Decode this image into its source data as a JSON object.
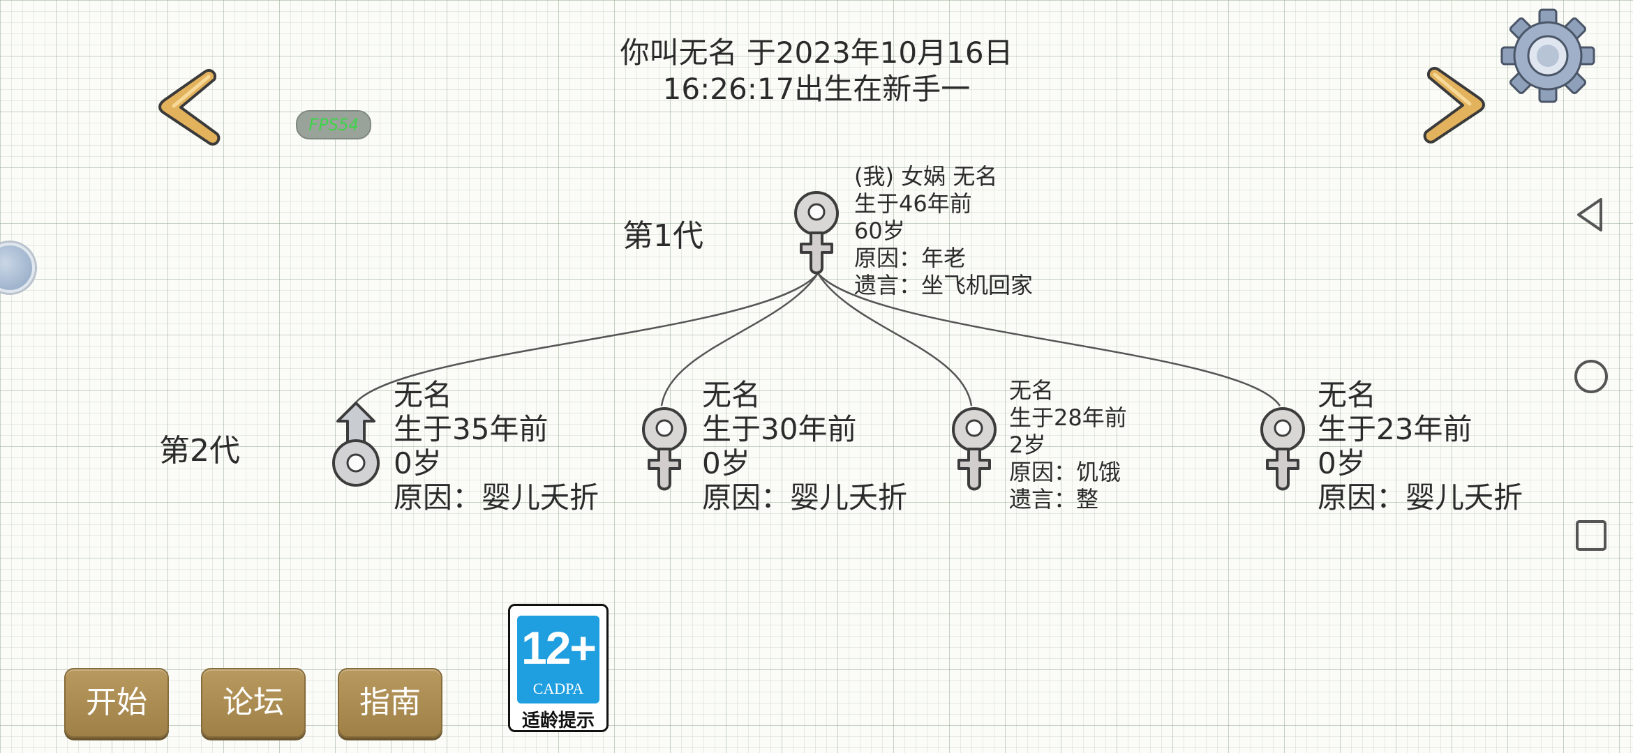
{
  "header": {
    "line1": "你叫无名 于2023年10月16日",
    "line2": "16:26:17出生在新手一"
  },
  "fps": "FPS54",
  "generations": [
    "第1代",
    "第2代"
  ],
  "people": [
    {
      "sex": "female",
      "lines": [
        "(我) 女娲 无名",
        "生于46年前",
        "60岁",
        "原因：年老",
        "遗言：坐飞机回家"
      ]
    },
    {
      "sex": "male",
      "lines": [
        "无名",
        "生于35年前",
        "0岁",
        "原因：婴儿夭折"
      ]
    },
    {
      "sex": "female",
      "lines": [
        "无名",
        "生于30年前",
        "0岁",
        "原因：婴儿夭折"
      ]
    },
    {
      "sex": "female",
      "lines": [
        "无名",
        "生于28年前",
        "2岁",
        "原因：饥饿",
        "遗言：整"
      ]
    },
    {
      "sex": "female",
      "lines": [
        "无名",
        "生于23年前",
        "0岁",
        "原因：婴儿夭折"
      ]
    }
  ],
  "buttons": {
    "start": "开始",
    "forum": "论坛",
    "guide": "指南"
  },
  "age_rating": {
    "number": "12+",
    "org": "CADPA",
    "caption": "适龄提示"
  },
  "colors": {
    "button": "#a88a50",
    "arrow": "#e3b25d",
    "rating_blue": "#1f9ee0",
    "fps_text": "#3fd24a"
  },
  "icons": {
    "prev": "chevron-left-icon",
    "next": "chevron-right-icon",
    "settings": "gear-icon",
    "back": "triangle-back-icon",
    "home": "circle-home-icon",
    "recent": "square-recent-icon"
  }
}
